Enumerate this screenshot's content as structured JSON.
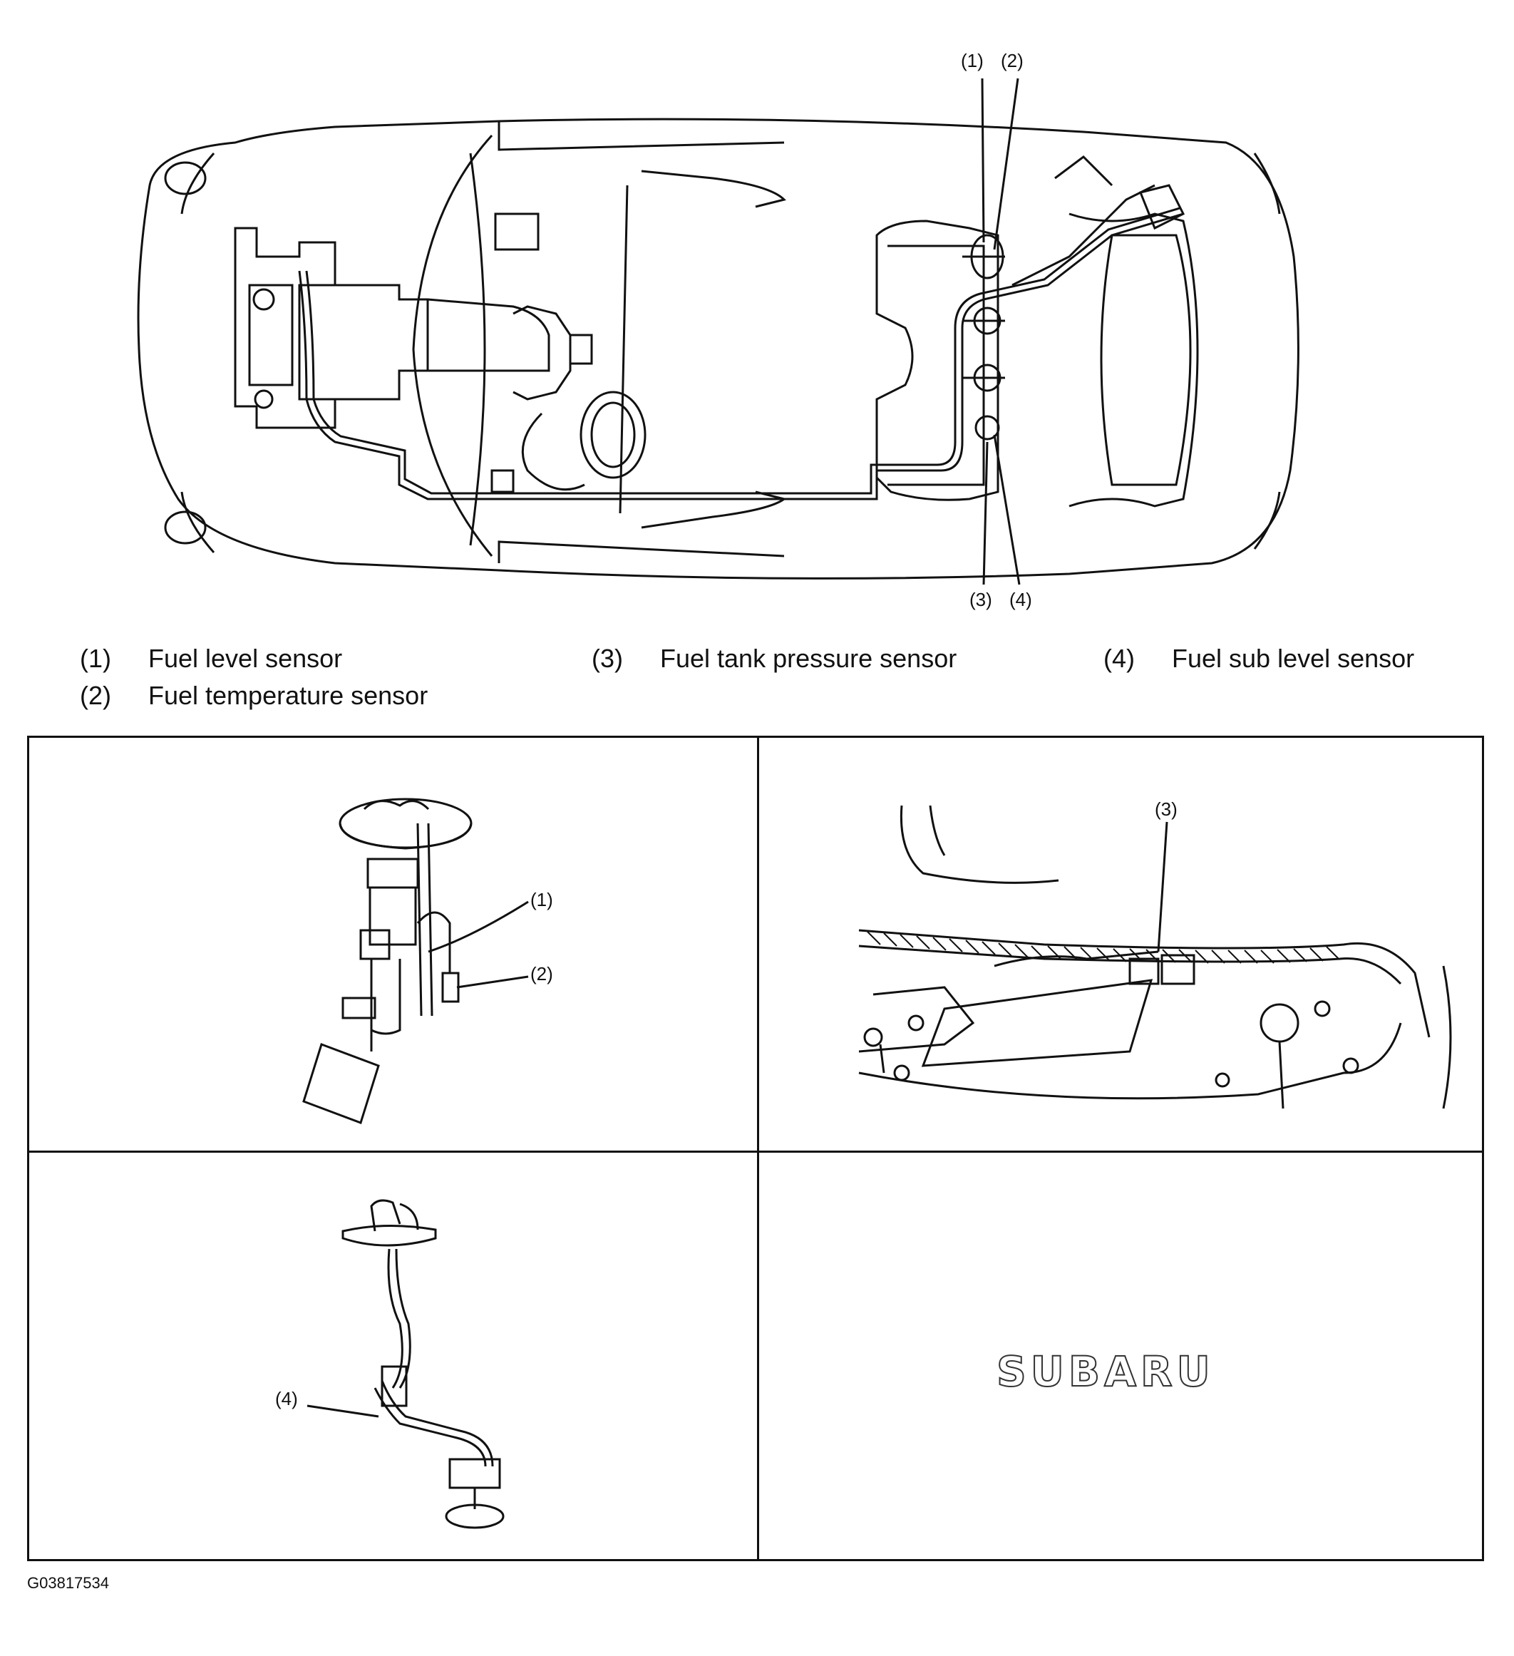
{
  "figure_code": "G03817534",
  "logo_text": "SUBARU",
  "car_callouts": [
    "(1)",
    "(2)",
    "(3)",
    "(4)"
  ],
  "legend": [
    {
      "num": "(1)",
      "label": "Fuel level sensor"
    },
    {
      "num": "(2)",
      "label": "Fuel temperature sensor"
    },
    {
      "num": "(3)",
      "label": "Fuel tank pressure sensor"
    },
    {
      "num": "(4)",
      "label": "Fuel sub level sensor"
    }
  ],
  "panels": {
    "top_left": {
      "callouts": [
        "(1)",
        "(2)"
      ]
    },
    "top_right": {
      "callouts": [
        "(3)"
      ]
    },
    "bottom_left": {
      "callouts": [
        "(4)"
      ]
    }
  }
}
